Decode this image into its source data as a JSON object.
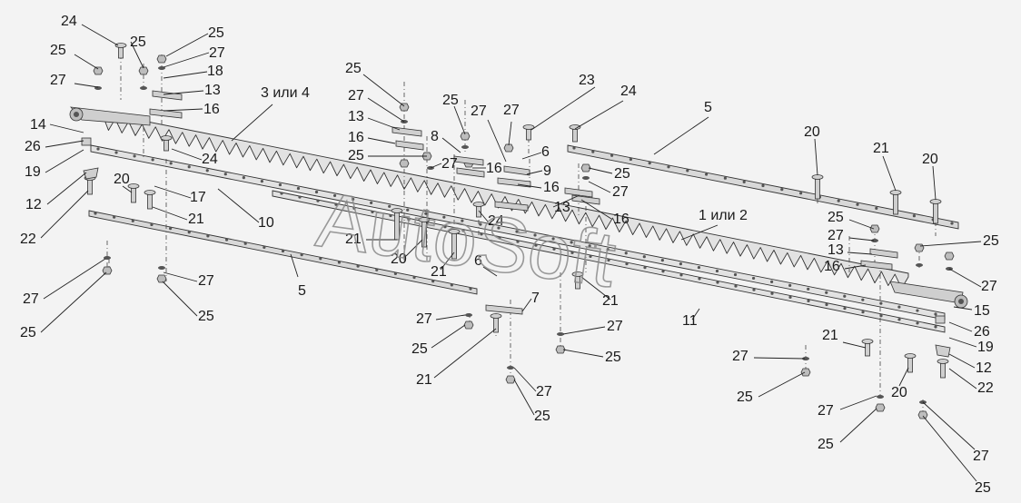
{
  "watermark": "AutoSoft",
  "callouts": [
    "24",
    "25",
    "25",
    "27",
    "25",
    "18",
    "27",
    "13",
    "16",
    "3 или 4",
    "14",
    "26",
    "19",
    "24",
    "12",
    "20",
    "17",
    "22",
    "10",
    "21",
    "5",
    "27",
    "27",
    "25",
    "25",
    "25",
    "27",
    "13",
    "16",
    "25",
    "27",
    "21",
    "20",
    "21",
    "8",
    "25",
    "27",
    "27",
    "16",
    "6",
    "9",
    "16",
    "13",
    "16",
    "24",
    "6",
    "23",
    "24",
    "5",
    "25",
    "27",
    "20",
    "21",
    "20",
    "1 или 2",
    "25",
    "27",
    "13",
    "16",
    "25",
    "27",
    "21",
    "11",
    "7",
    "27",
    "25",
    "21",
    "27",
    "25",
    "27",
    "25",
    "15",
    "26",
    "19",
    "21",
    "12",
    "22",
    "27",
    "25",
    "20",
    "27",
    "25",
    "27",
    "25"
  ]
}
